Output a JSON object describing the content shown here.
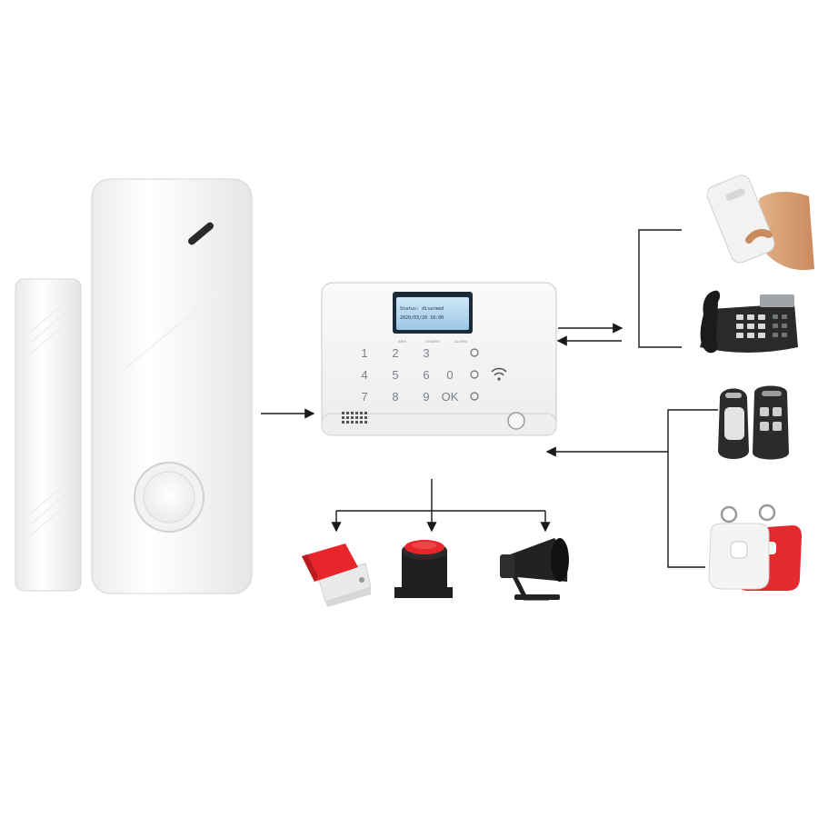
{
  "panel": {
    "lcd_line1": "Status: disarmed",
    "lcd_line2": "2020/03/20 10:00",
    "keypad_labels": [
      "1",
      "2",
      "3",
      "4",
      "5",
      "6",
      "7",
      "8",
      "9",
      "0",
      "OK"
    ],
    "small_labels": [
      "ARM",
      "DISARM",
      "ALARM"
    ]
  },
  "colors": {
    "line": "#1a1a1a",
    "strobe_red": "#e8252a",
    "tag_red": "#e32a2f",
    "device_white": "#f7f7f7"
  }
}
